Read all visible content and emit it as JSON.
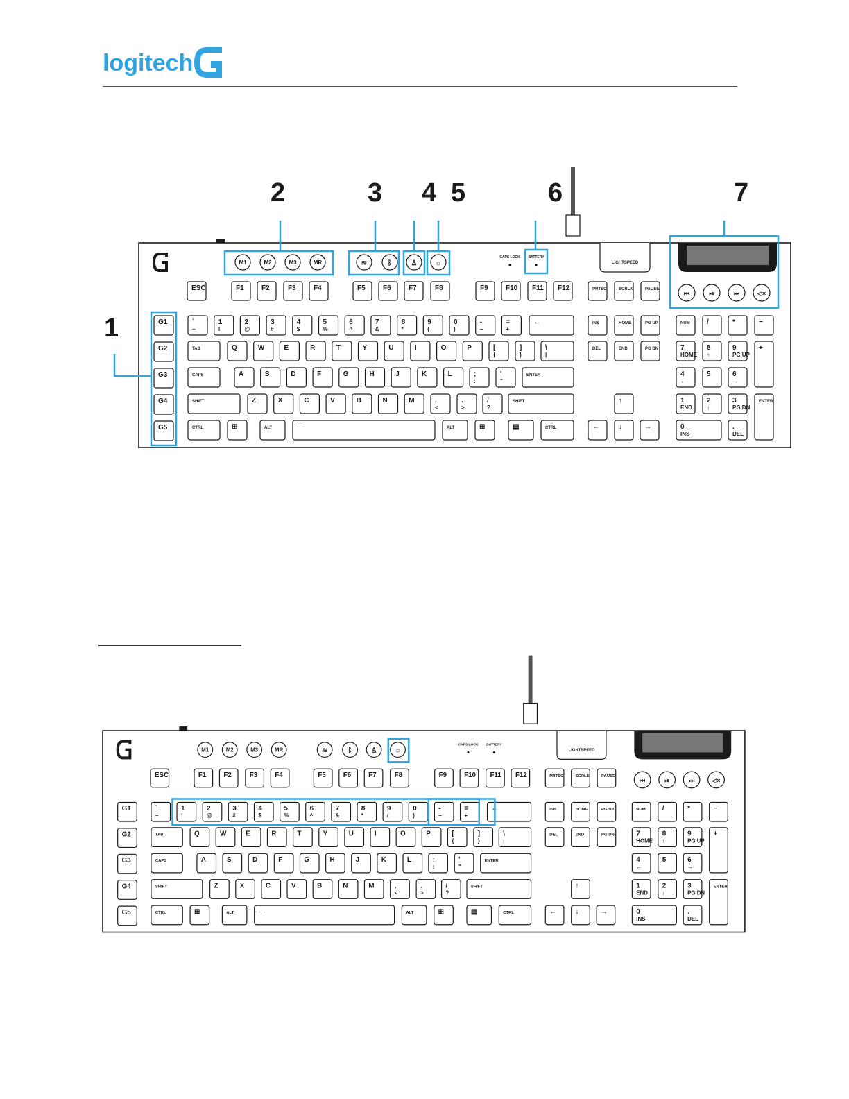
{
  "brand": {
    "wordmark": "logitech",
    "logo_icon": "logitech-g-icon",
    "brand_color": "#2fa4e0"
  },
  "callouts": [
    "1",
    "2",
    "3",
    "4",
    "5",
    "6",
    "7"
  ],
  "keyboard": {
    "macro_keys": [
      "M1",
      "M2",
      "M3",
      "MR"
    ],
    "function_keys": [
      "ESC",
      "F1",
      "F2",
      "F3",
      "F4",
      "F5",
      "F6",
      "F7",
      "F8",
      "F9",
      "F10",
      "F11",
      "F12"
    ],
    "g_keys": [
      "G1",
      "G2",
      "G3",
      "G4",
      "G5"
    ],
    "indicators": [
      "CAPS LOCK",
      "BATTERY"
    ],
    "receiver_label": "LIGHTSPEED",
    "nav_labels": [
      "PRTSC",
      "SCRLK",
      "PAUSE",
      "INS",
      "HOME",
      "PG UP",
      "DEL",
      "END",
      "PG DN"
    ],
    "modifier_labels": [
      "TAB",
      "CAPS",
      "SHIFT",
      "ENTER",
      "CTRL",
      "ALT"
    ],
    "numpad_labels": [
      "NUM",
      "HOME",
      "PG UP",
      "END",
      "PG DN",
      "INS",
      "DEL",
      "ENTER"
    ],
    "media_icons": [
      "previous-track-icon",
      "play-pause-icon",
      "next-track-icon",
      "mute-icon"
    ]
  }
}
